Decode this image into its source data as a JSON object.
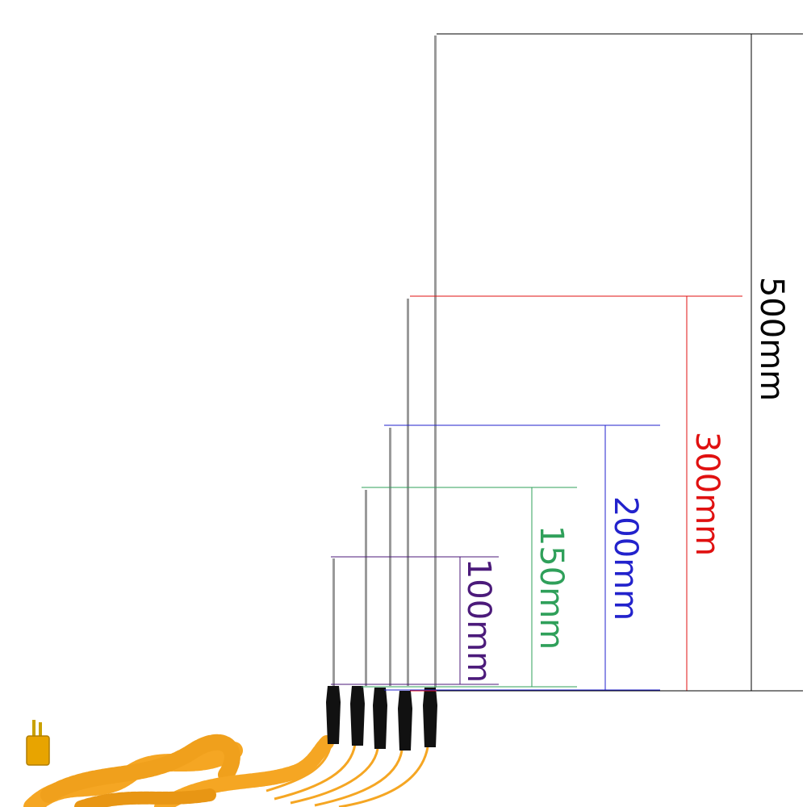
{
  "colors": {
    "background": "#ffffff",
    "probe_rod": "#9a9a9a",
    "probe_handle": "#111111",
    "cable": "#f5a623",
    "cable_dark": "#e08a00",
    "connector": "#e8a400"
  },
  "dimensions": [
    {
      "id": "100",
      "label": "100mm",
      "color": "#4b1a7a"
    },
    {
      "id": "150",
      "label": "150mm",
      "color": "#2fa05a"
    },
    {
      "id": "200",
      "label": "200mm",
      "color": "#2222cc"
    },
    {
      "id": "300",
      "label": "300mm",
      "color": "#e01010"
    },
    {
      "id": "500",
      "label": "500mm",
      "color": "#000000"
    }
  ]
}
